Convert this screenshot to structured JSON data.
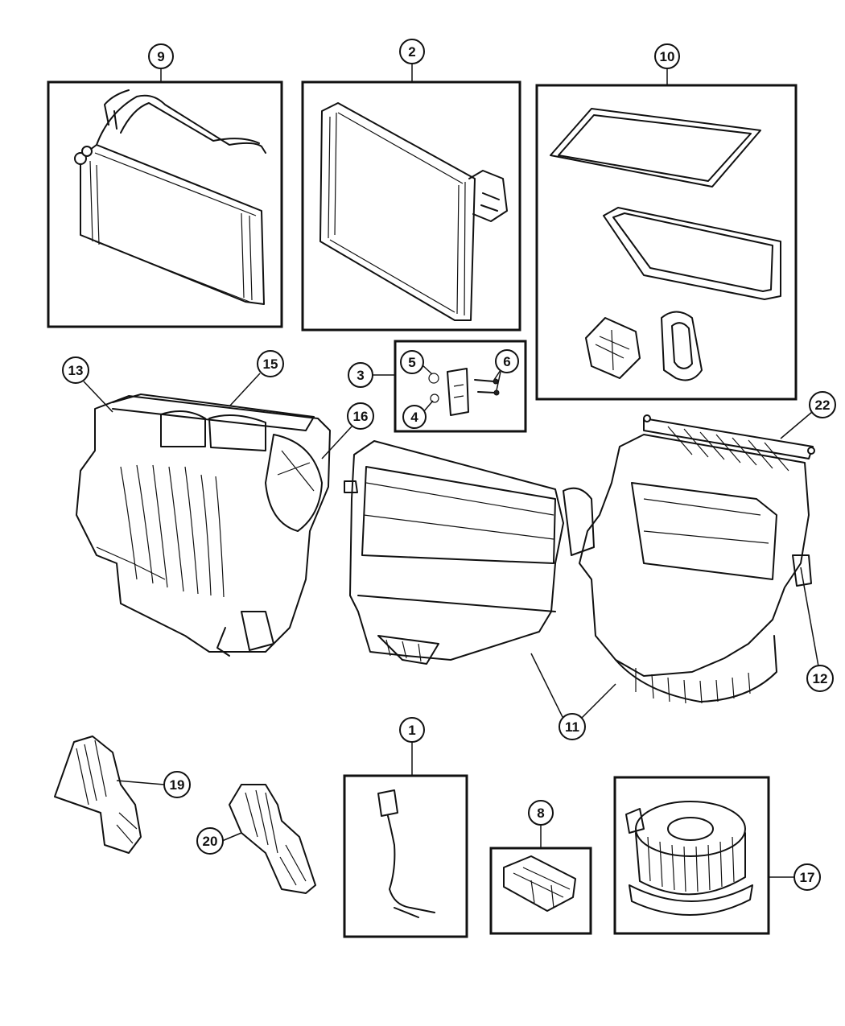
{
  "callouts": {
    "c1": "1",
    "c2": "2",
    "c3": "3",
    "c4": "4",
    "c5": "5",
    "c6": "6",
    "c8": "8",
    "c9": "9",
    "c10": "10",
    "c11": "11",
    "c12": "12",
    "c13": "13",
    "c15": "15",
    "c16": "16",
    "c17": "17",
    "c19": "19",
    "c20": "20",
    "c22": "22"
  }
}
